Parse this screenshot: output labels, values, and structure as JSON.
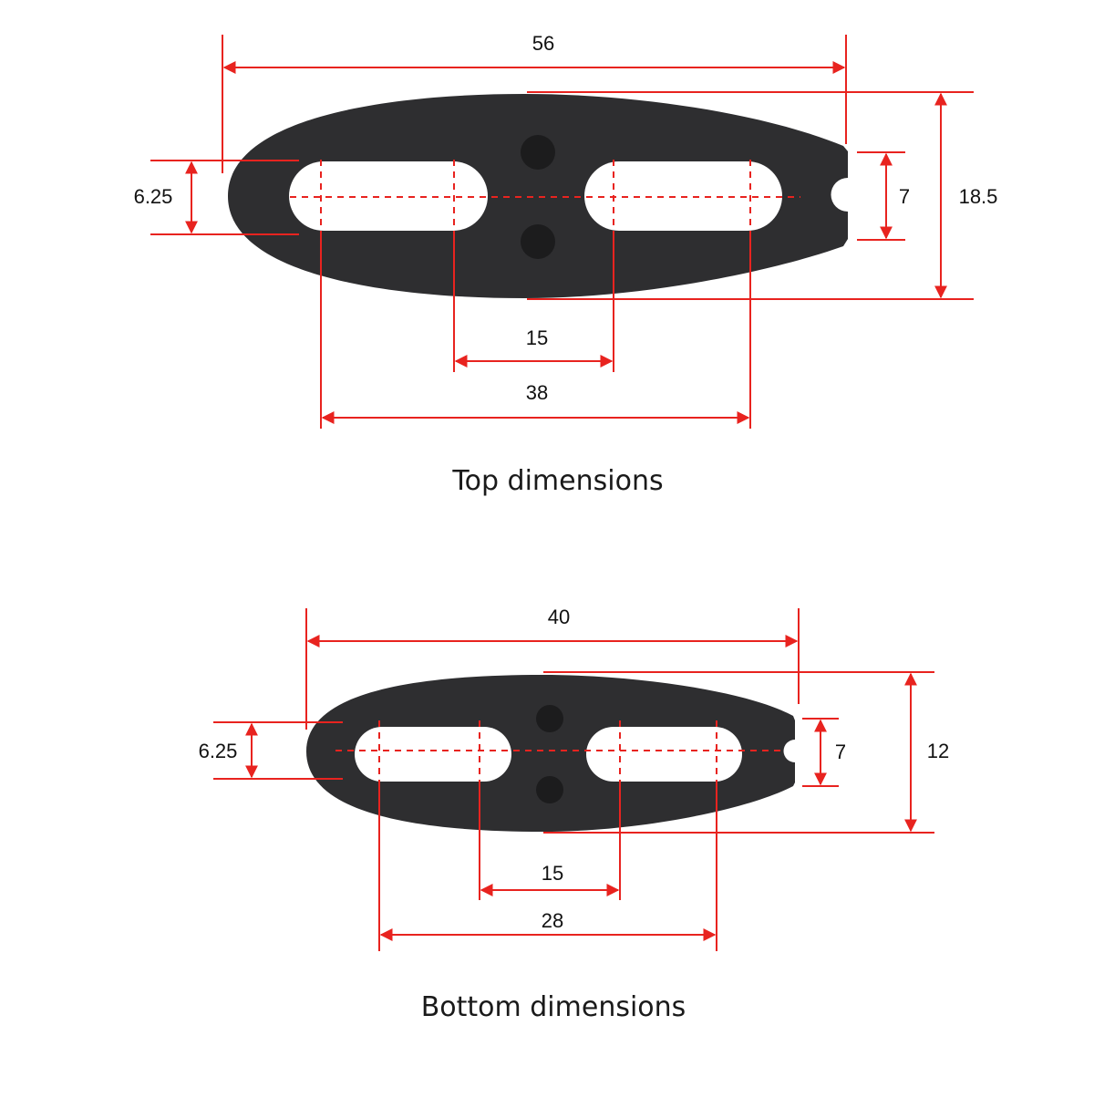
{
  "top": {
    "caption": "Top dimensions",
    "dims": {
      "overall_length": "56",
      "slot_width": "6.25",
      "tail_width": "7",
      "height": "18.5",
      "inner_spacing": "15",
      "outer_spacing": "38"
    }
  },
  "bottom": {
    "caption": "Bottom dimensions",
    "dims": {
      "overall_length": "40",
      "slot_width": "6.25",
      "tail_width": "7",
      "height": "12",
      "inner_spacing": "15",
      "outer_spacing": "28"
    }
  },
  "colors": {
    "dimension_lines": "#e8231f",
    "bracket": "#2e2e30"
  }
}
